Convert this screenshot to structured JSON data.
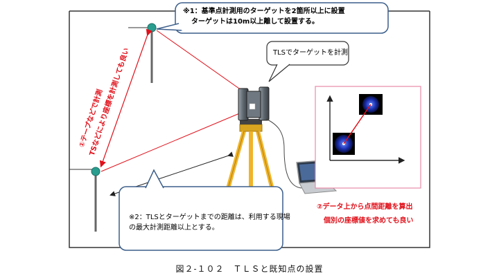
{
  "note1": {
    "line1": "※1：基準点計測用のターゲットを2箇所以上に設置",
    "line2": "ターゲットは10m以上離して設置する。"
  },
  "tls_callout": "TLSでターゲットを計測",
  "note2": {
    "line1": "※2：TLSとターゲットまでの距離は、利用する現場",
    "line2": "の最大計測距離以上とする。"
  },
  "measure_label": {
    "line1": "①テープなどで計測",
    "line2": "TSなどにより座標を計測しても良い"
  },
  "compute_label": {
    "line1": "②データ上から点間距離を算出",
    "line2": "個別の座標値を求めても良い"
  },
  "caption": "図２-１０２　ＴＬＳと既知点の設置",
  "colors": {
    "red": "#e0101a",
    "target_teal": "#2a9d8f",
    "tripod": "#f0b429",
    "frame": "#333333"
  }
}
